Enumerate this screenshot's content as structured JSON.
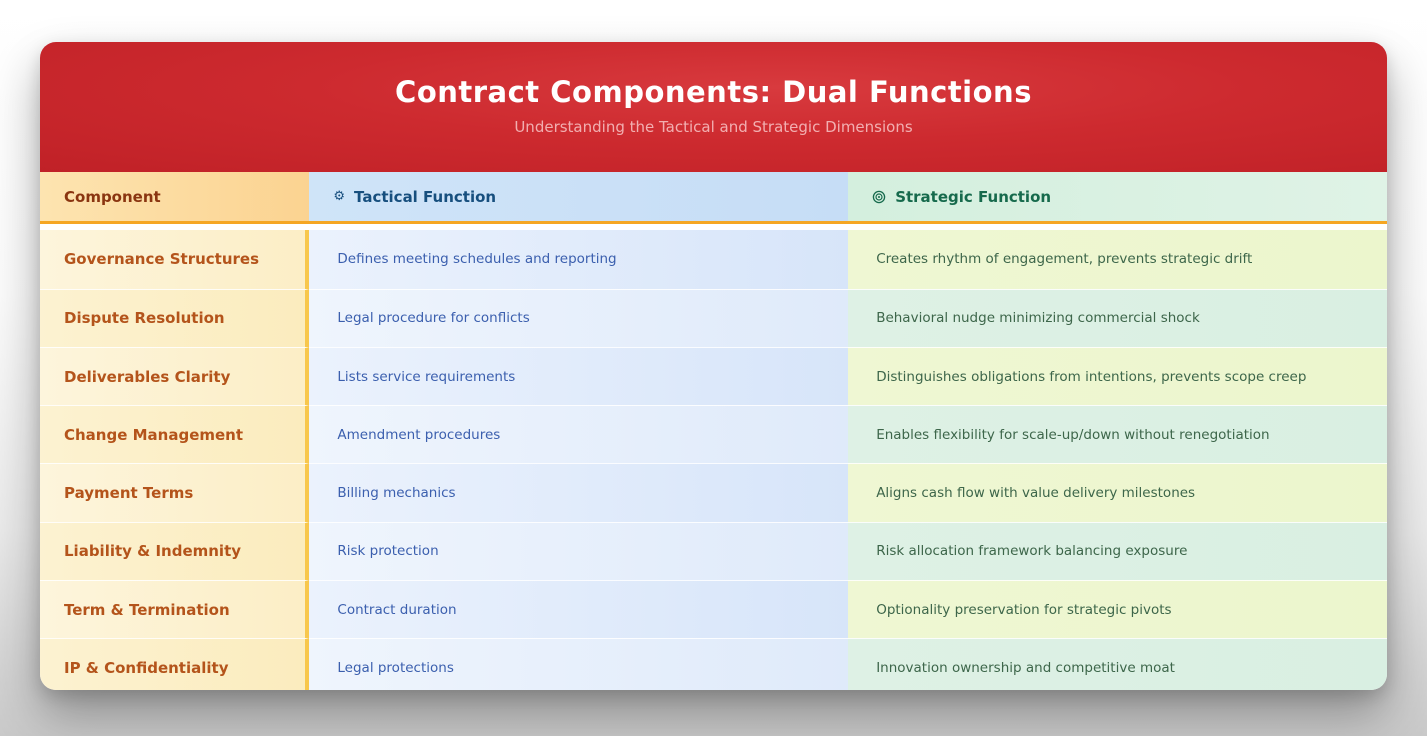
{
  "header": {
    "title": "Contract Components: Dual Functions",
    "subtitle": "Understanding the Tactical and Strategic Dimensions"
  },
  "table": {
    "columns": [
      {
        "label": "Component",
        "icon": null
      },
      {
        "label": "Tactical Function",
        "icon": "gear-icon",
        "icon_glyph": "⚙"
      },
      {
        "label": "Strategic Function",
        "icon": "target-icon"
      }
    ],
    "rows": [
      {
        "component": "Governance Structures",
        "tactical": "Defines meeting schedules and reporting",
        "strategic": "Creates rhythm of engagement, prevents strategic drift"
      },
      {
        "component": "Dispute Resolution",
        "tactical": "Legal procedure for conflicts",
        "strategic": "Behavioral nudge minimizing commercial shock"
      },
      {
        "component": "Deliverables Clarity",
        "tactical": "Lists service requirements",
        "strategic": "Distinguishes obligations from intentions, prevents scope creep"
      },
      {
        "component": "Change Management",
        "tactical": "Amendment procedures",
        "strategic": "Enables flexibility for scale-up/down without renegotiation"
      },
      {
        "component": "Payment Terms",
        "tactical": "Billing mechanics",
        "strategic": "Aligns cash flow with value delivery milestones"
      },
      {
        "component": "Liability & Indemnity",
        "tactical": "Risk protection",
        "strategic": "Risk allocation framework balancing exposure"
      },
      {
        "component": "Term & Termination",
        "tactical": "Contract duration",
        "strategic": "Optionality preservation for strategic pivots"
      },
      {
        "component": "IP & Confidentiality",
        "tactical": "Legal protections",
        "strategic": "Innovation ownership and competitive moat"
      }
    ]
  },
  "colors": {
    "banner_red": "#cd2a2f",
    "accent_orange_line": "#f5a623",
    "accent_yellow_divider": "#f8c74c",
    "component_text": "#b4541b",
    "component_header_text": "#8a3510",
    "tactical_text": "#3b5fae",
    "tactical_header_text": "#174f7e",
    "strategic_text": "#3d664a",
    "strategic_header_text": "#166a4c"
  }
}
